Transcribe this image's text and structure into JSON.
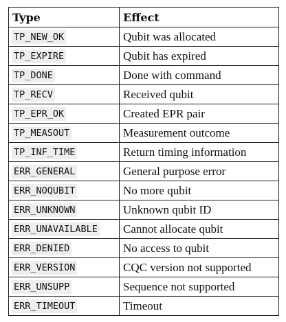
{
  "table": {
    "headers": {
      "type": "Type",
      "effect": "Effect"
    },
    "rows": [
      {
        "type": "TP_NEW_OK",
        "effect": "Qubit was allocated"
      },
      {
        "type": "TP_EXPIRE",
        "effect": "Qubit has expired"
      },
      {
        "type": "TP_DONE",
        "effect": "Done with command"
      },
      {
        "type": "TP_RECV",
        "effect": "Received qubit"
      },
      {
        "type": "TP_EPR_OK",
        "effect": "Created EPR pair"
      },
      {
        "type": "TP_MEASOUT",
        "effect": "Measurement outcome"
      },
      {
        "type": "TP_INF_TIME",
        "effect": "Return timing information"
      },
      {
        "type": "ERR_GENERAL",
        "effect": "General purpose error"
      },
      {
        "type": "ERR_NOQUBIT",
        "effect": "No more qubit"
      },
      {
        "type": "ERR_UNKNOWN",
        "effect": "Unknown qubit ID"
      },
      {
        "type": "ERR_UNAVAILABLE",
        "effect": "Cannot allocate qubit"
      },
      {
        "type": "ERR_DENIED",
        "effect": "No access to qubit"
      },
      {
        "type": "ERR_VERSION",
        "effect": "CQC version not supported"
      },
      {
        "type": "ERR_UNSUPP",
        "effect": "Sequence not supported"
      },
      {
        "type": "ERR_TIMEOUT",
        "effect": "Timeout"
      }
    ]
  }
}
